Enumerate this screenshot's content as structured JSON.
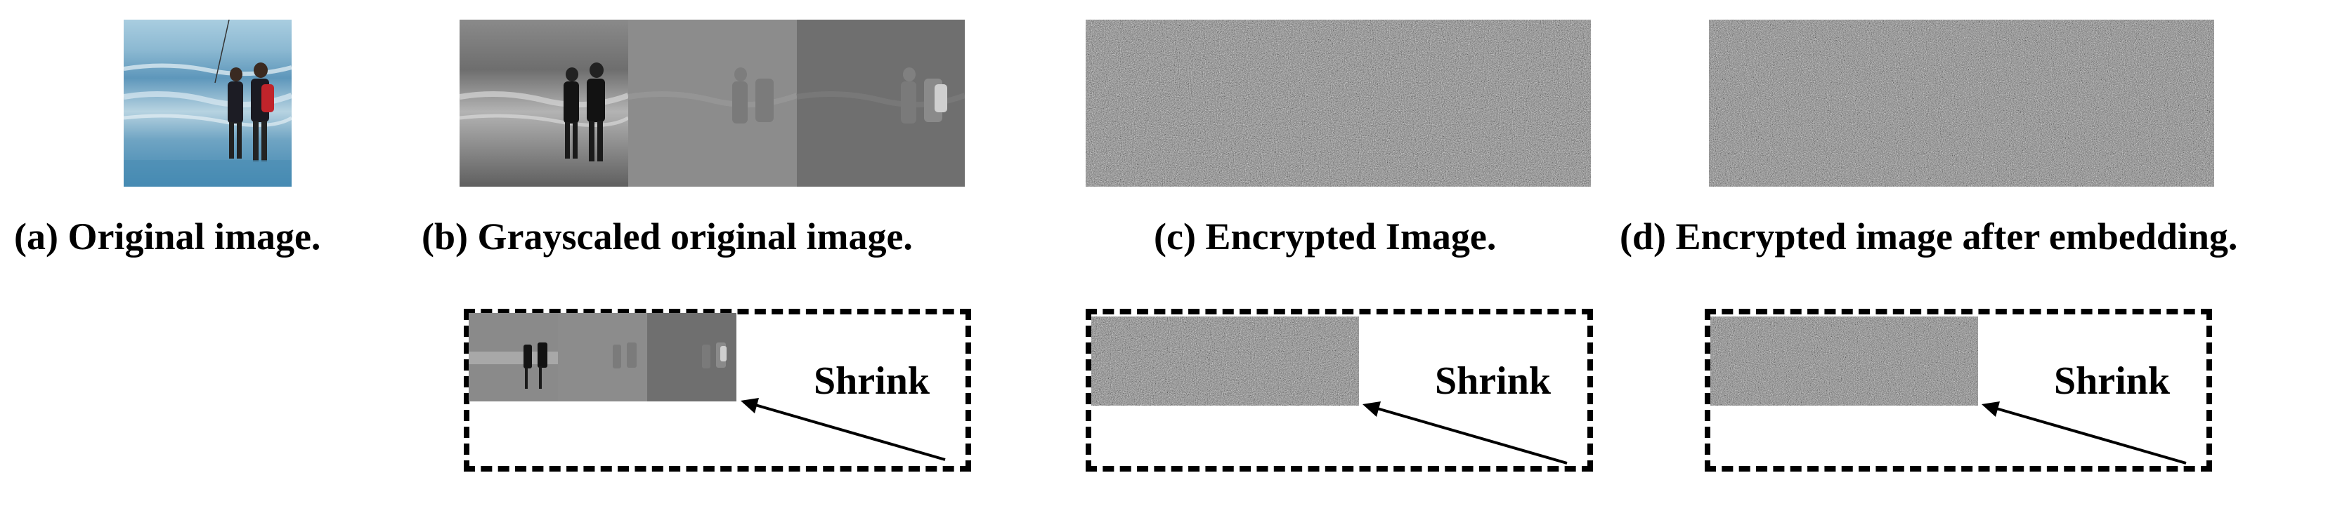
{
  "captions": {
    "a": "(a) Original image.",
    "b": "(b) Grayscaled original image.",
    "c": "(c) Encrypted Image.",
    "d": "(d) Encrypted image after embedding."
  },
  "shrink_labels": [
    "Shrink",
    "Shrink",
    "Shrink"
  ],
  "colors": {
    "sky": "#9fc6dc",
    "sea": "#4f8fb5",
    "sand": "#cfe0e8",
    "noise_base": "#808080"
  }
}
